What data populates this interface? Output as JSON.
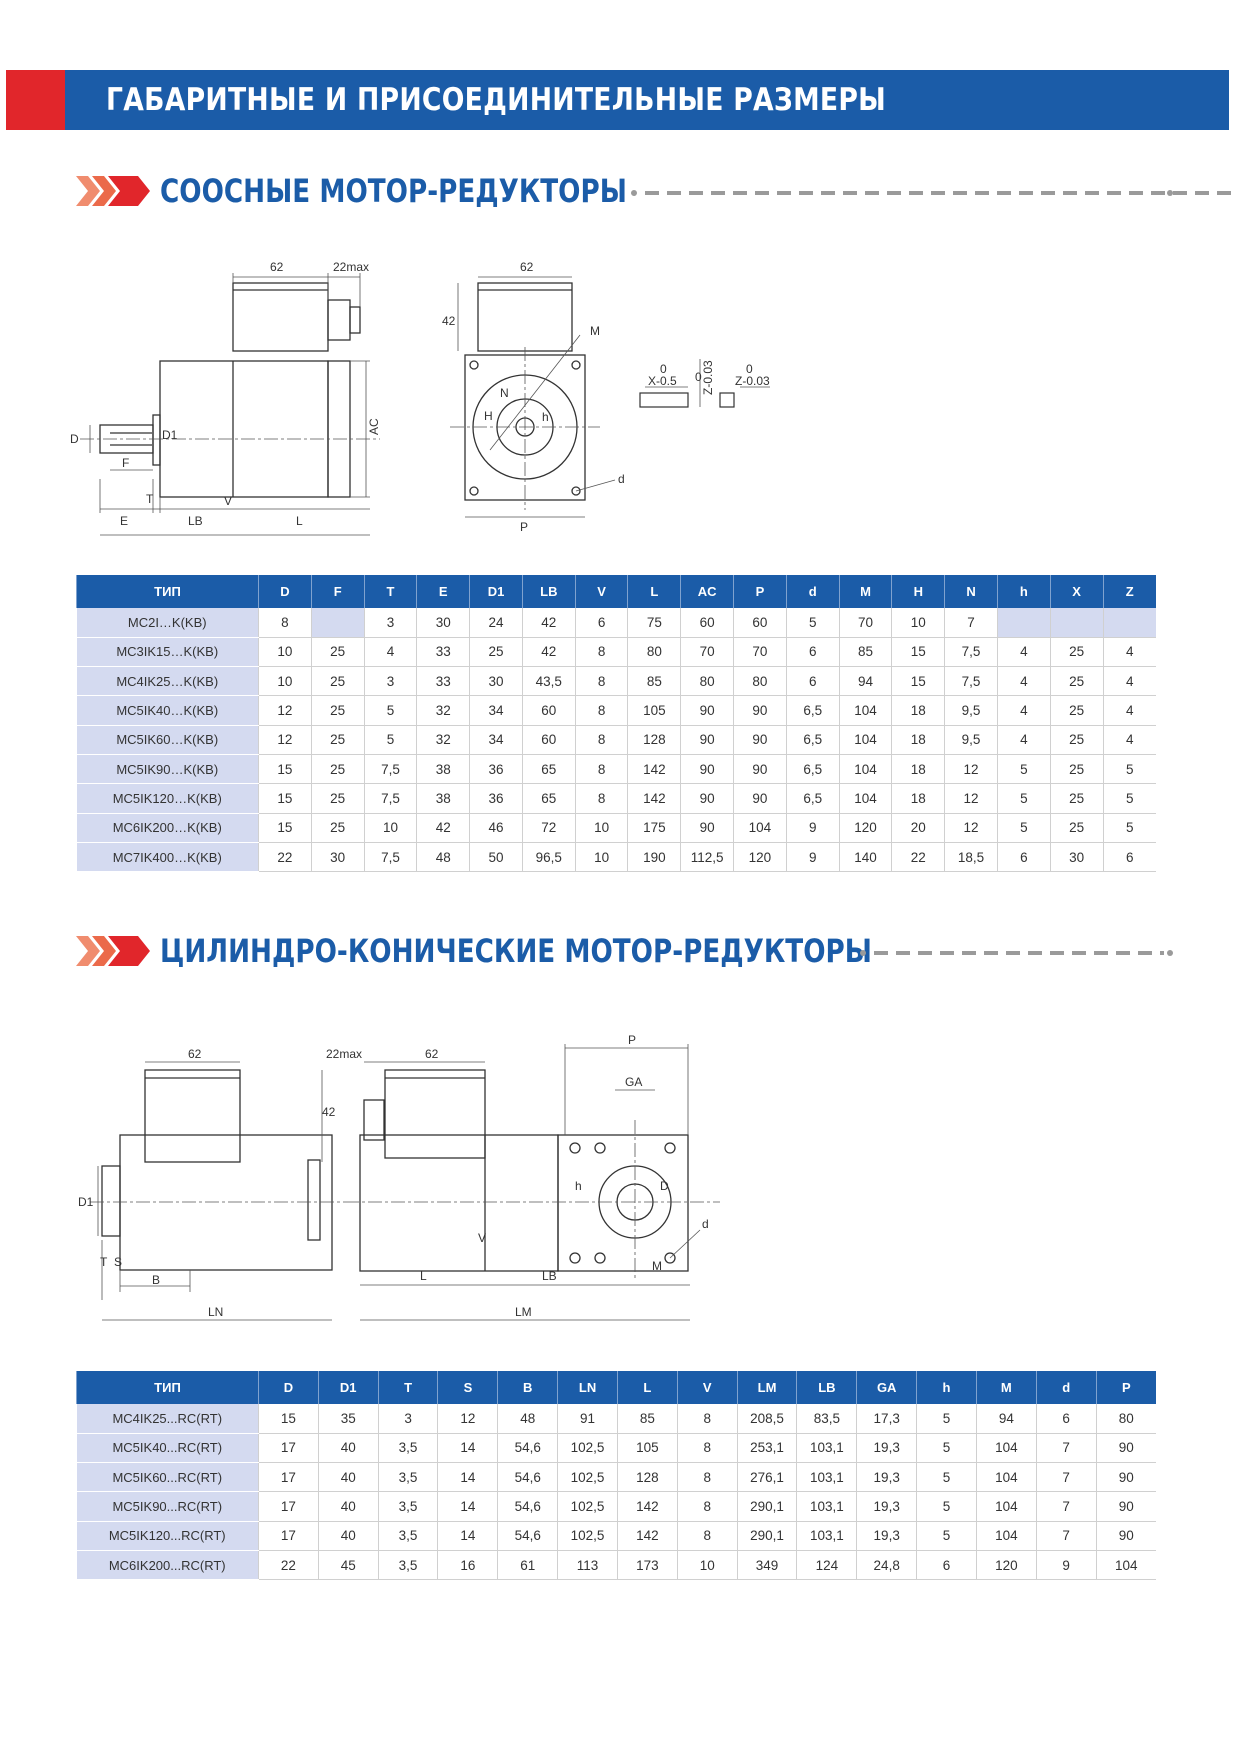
{
  "header": {
    "title": "ГАБАРИТНЫЕ И ПРИСОЕДИНИТЕЛЬНЫЕ РАЗМЕРЫ",
    "accent_red": "#e1262b",
    "accent_blue": "#1b5ca8"
  },
  "section1": {
    "title": "СООСНЫЕ МОТОР-РЕДУКТОРЫ",
    "drawing_labels": {
      "side": [
        "62",
        "22max",
        "AC",
        "D",
        "D1",
        "F",
        "T",
        "V",
        "E",
        "LB",
        "L"
      ],
      "front": [
        "62",
        "42",
        "M",
        "N",
        "H",
        "h",
        "d",
        "P"
      ],
      "key": [
        "0",
        "X-0.5",
        "0",
        "Z-0.03",
        "0",
        "Z-0.03"
      ]
    },
    "table": {
      "columns": [
        "ТИП",
        "D",
        "F",
        "T",
        "E",
        "D1",
        "LB",
        "V",
        "L",
        "AC",
        "P",
        "d",
        "M",
        "H",
        "N",
        "h",
        "X",
        "Z"
      ],
      "rows": [
        [
          "MC2I…K(KB)",
          "8",
          "",
          "3",
          "30",
          "24",
          "42",
          "6",
          "75",
          "60",
          "60",
          "5",
          "70",
          "10",
          "7",
          "",
          "",
          ""
        ],
        [
          "MC3IK15…K(KB)",
          "10",
          "25",
          "4",
          "33",
          "25",
          "42",
          "8",
          "80",
          "70",
          "70",
          "6",
          "85",
          "15",
          "7,5",
          "4",
          "25",
          "4"
        ],
        [
          "MC4IK25…K(KB)",
          "10",
          "25",
          "3",
          "33",
          "30",
          "43,5",
          "8",
          "85",
          "80",
          "80",
          "6",
          "94",
          "15",
          "7,5",
          "4",
          "25",
          "4"
        ],
        [
          "MC5IK40…K(KB)",
          "12",
          "25",
          "5",
          "32",
          "34",
          "60",
          "8",
          "105",
          "90",
          "90",
          "6,5",
          "104",
          "18",
          "9,5",
          "4",
          "25",
          "4"
        ],
        [
          "MC5IK60…K(KB)",
          "12",
          "25",
          "5",
          "32",
          "34",
          "60",
          "8",
          "128",
          "90",
          "90",
          "6,5",
          "104",
          "18",
          "9,5",
          "4",
          "25",
          "4"
        ],
        [
          "MC5IK90…K(KB)",
          "15",
          "25",
          "7,5",
          "38",
          "36",
          "65",
          "8",
          "142",
          "90",
          "90",
          "6,5",
          "104",
          "18",
          "12",
          "5",
          "25",
          "5"
        ],
        [
          "MC5IK120…K(KB)",
          "15",
          "25",
          "7,5",
          "38",
          "36",
          "65",
          "8",
          "142",
          "90",
          "90",
          "6,5",
          "104",
          "18",
          "12",
          "5",
          "25",
          "5"
        ],
        [
          "MC6IK200…K(KB)",
          "15",
          "25",
          "10",
          "42",
          "46",
          "72",
          "10",
          "175",
          "90",
          "104",
          "9",
          "120",
          "20",
          "12",
          "5",
          "25",
          "5"
        ],
        [
          "MC7IK400…K(KB)",
          "22",
          "30",
          "7,5",
          "48",
          "50",
          "96,5",
          "10",
          "190",
          "112,5",
          "120",
          "9",
          "140",
          "22",
          "18,5",
          "6",
          "30",
          "6"
        ]
      ]
    }
  },
  "section2": {
    "title": "ЦИЛИНДРО-КОНИЧЕСКИЕ МОТОР-РЕДУКТОРЫ",
    "drawing_labels": {
      "end": [
        "62",
        "42",
        "D1",
        "T",
        "S",
        "B",
        "LN"
      ],
      "side": [
        "22max",
        "62",
        "P",
        "GA",
        "h",
        "D",
        "V",
        "L",
        "LB",
        "M",
        "d",
        "LM"
      ]
    },
    "table": {
      "columns": [
        "ТИП",
        "D",
        "D1",
        "T",
        "S",
        "B",
        "LN",
        "L",
        "V",
        "LM",
        "LB",
        "GA",
        "h",
        "M",
        "d",
        "P"
      ],
      "rows": [
        [
          "MC4IK25...RC(RT)",
          "15",
          "35",
          "3",
          "12",
          "48",
          "91",
          "85",
          "8",
          "208,5",
          "83,5",
          "17,3",
          "5",
          "94",
          "6",
          "80"
        ],
        [
          "MC5IK40...RC(RT)",
          "17",
          "40",
          "3,5",
          "14",
          "54,6",
          "102,5",
          "105",
          "8",
          "253,1",
          "103,1",
          "19,3",
          "5",
          "104",
          "7",
          "90"
        ],
        [
          "MC5IK60...RC(RT)",
          "17",
          "40",
          "3,5",
          "14",
          "54,6",
          "102,5",
          "128",
          "8",
          "276,1",
          "103,1",
          "19,3",
          "5",
          "104",
          "7",
          "90"
        ],
        [
          "MC5IK90...RC(RT)",
          "17",
          "40",
          "3,5",
          "14",
          "54,6",
          "102,5",
          "142",
          "8",
          "290,1",
          "103,1",
          "19,3",
          "5",
          "104",
          "7",
          "90"
        ],
        [
          "MC5IK120...RC(RT)",
          "17",
          "40",
          "3,5",
          "14",
          "54,6",
          "102,5",
          "142",
          "8",
          "290,1",
          "103,1",
          "19,3",
          "5",
          "104",
          "7",
          "90"
        ],
        [
          "MC6IK200...RC(RT)",
          "22",
          "45",
          "3,5",
          "16",
          "61",
          "113",
          "173",
          "10",
          "349",
          "124",
          "24,8",
          "6",
          "120",
          "9",
          "104"
        ]
      ]
    }
  }
}
